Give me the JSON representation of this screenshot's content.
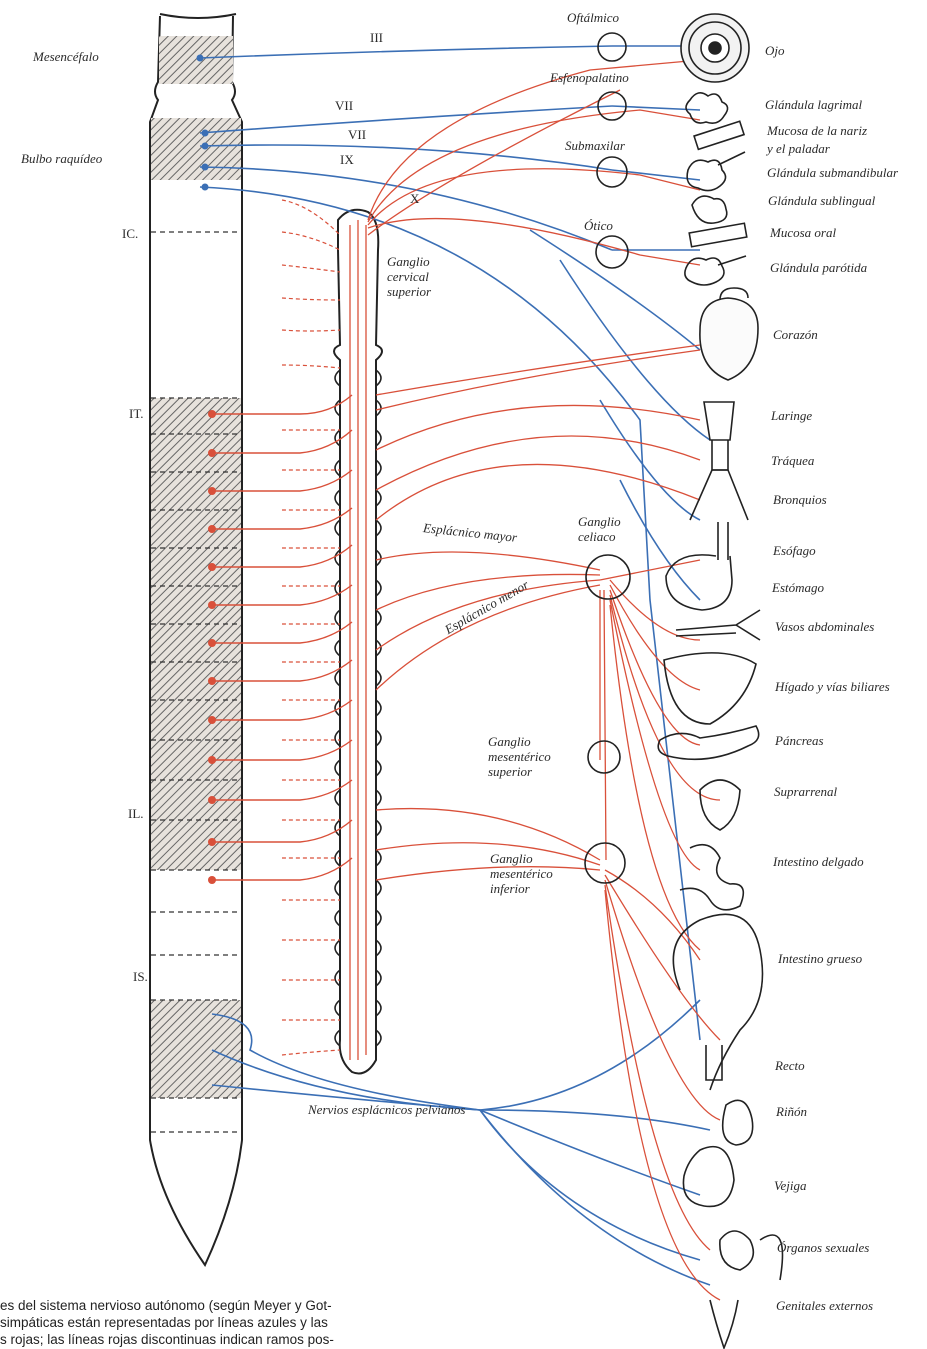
{
  "cns_labels": {
    "mesencefalo": "Mesencéfalo",
    "bulbo": "Bulbo raquídeo"
  },
  "levels": [
    "IC.",
    "IT.",
    "IL.",
    "IS."
  ],
  "cranial_nerves": [
    "III",
    "VII",
    "VII",
    "IX",
    "X"
  ],
  "ganglia": {
    "oftalmico": "Oftálmico",
    "esfenopalatino": "Esfenopalatino",
    "submaxilar": "Submaxilar",
    "otico": "Ótico",
    "cervical_superior": [
      "Ganglio",
      "cervical",
      "superior"
    ],
    "celiaco": [
      "Ganglio",
      "celiaco"
    ],
    "mesenterico_superior": [
      "Ganglio",
      "mesentérico",
      "superior"
    ],
    "mesenterico_inferior": [
      "Ganglio",
      "mesentérico",
      "inferior"
    ]
  },
  "nerves": {
    "esplacnico_mayor": "Esplácnico mayor",
    "esplacnico_menor": "Esplácnico menor",
    "pelvianos": "Nervios esplácnicos pelvianos"
  },
  "organs": [
    "Ojo",
    "Glándula lagrimal",
    "Mucosa de la nariz",
    "y el paladar",
    "Glándula submandibular",
    "Glándula sublingual",
    "Mucosa oral",
    "Glándula parótida",
    "Corazón",
    "Laringe",
    "Tráquea",
    "Bronquios",
    "Esófago",
    "Estómago",
    "Vasos abdominales",
    "Hígado y vías biliares",
    "Páncreas",
    "Suprarrenal",
    "Intestino delgado",
    "Intestino grueso",
    "Recto",
    "Riñón",
    "Vejiga",
    "Órganos sexuales",
    "Genitales externos"
  ],
  "caption": [
    "es del sistema nervioso autónomo (según Meyer y Got-",
    "simpáticas están representadas por líneas azules y las",
    "s rojas; las líneas rojas discontinuas indican ramos pos-"
  ],
  "colors": {
    "parasympathetic": "#3b6fb5",
    "sympathetic": "#d9503a",
    "outline": "#222222",
    "hatch": "#555555"
  }
}
